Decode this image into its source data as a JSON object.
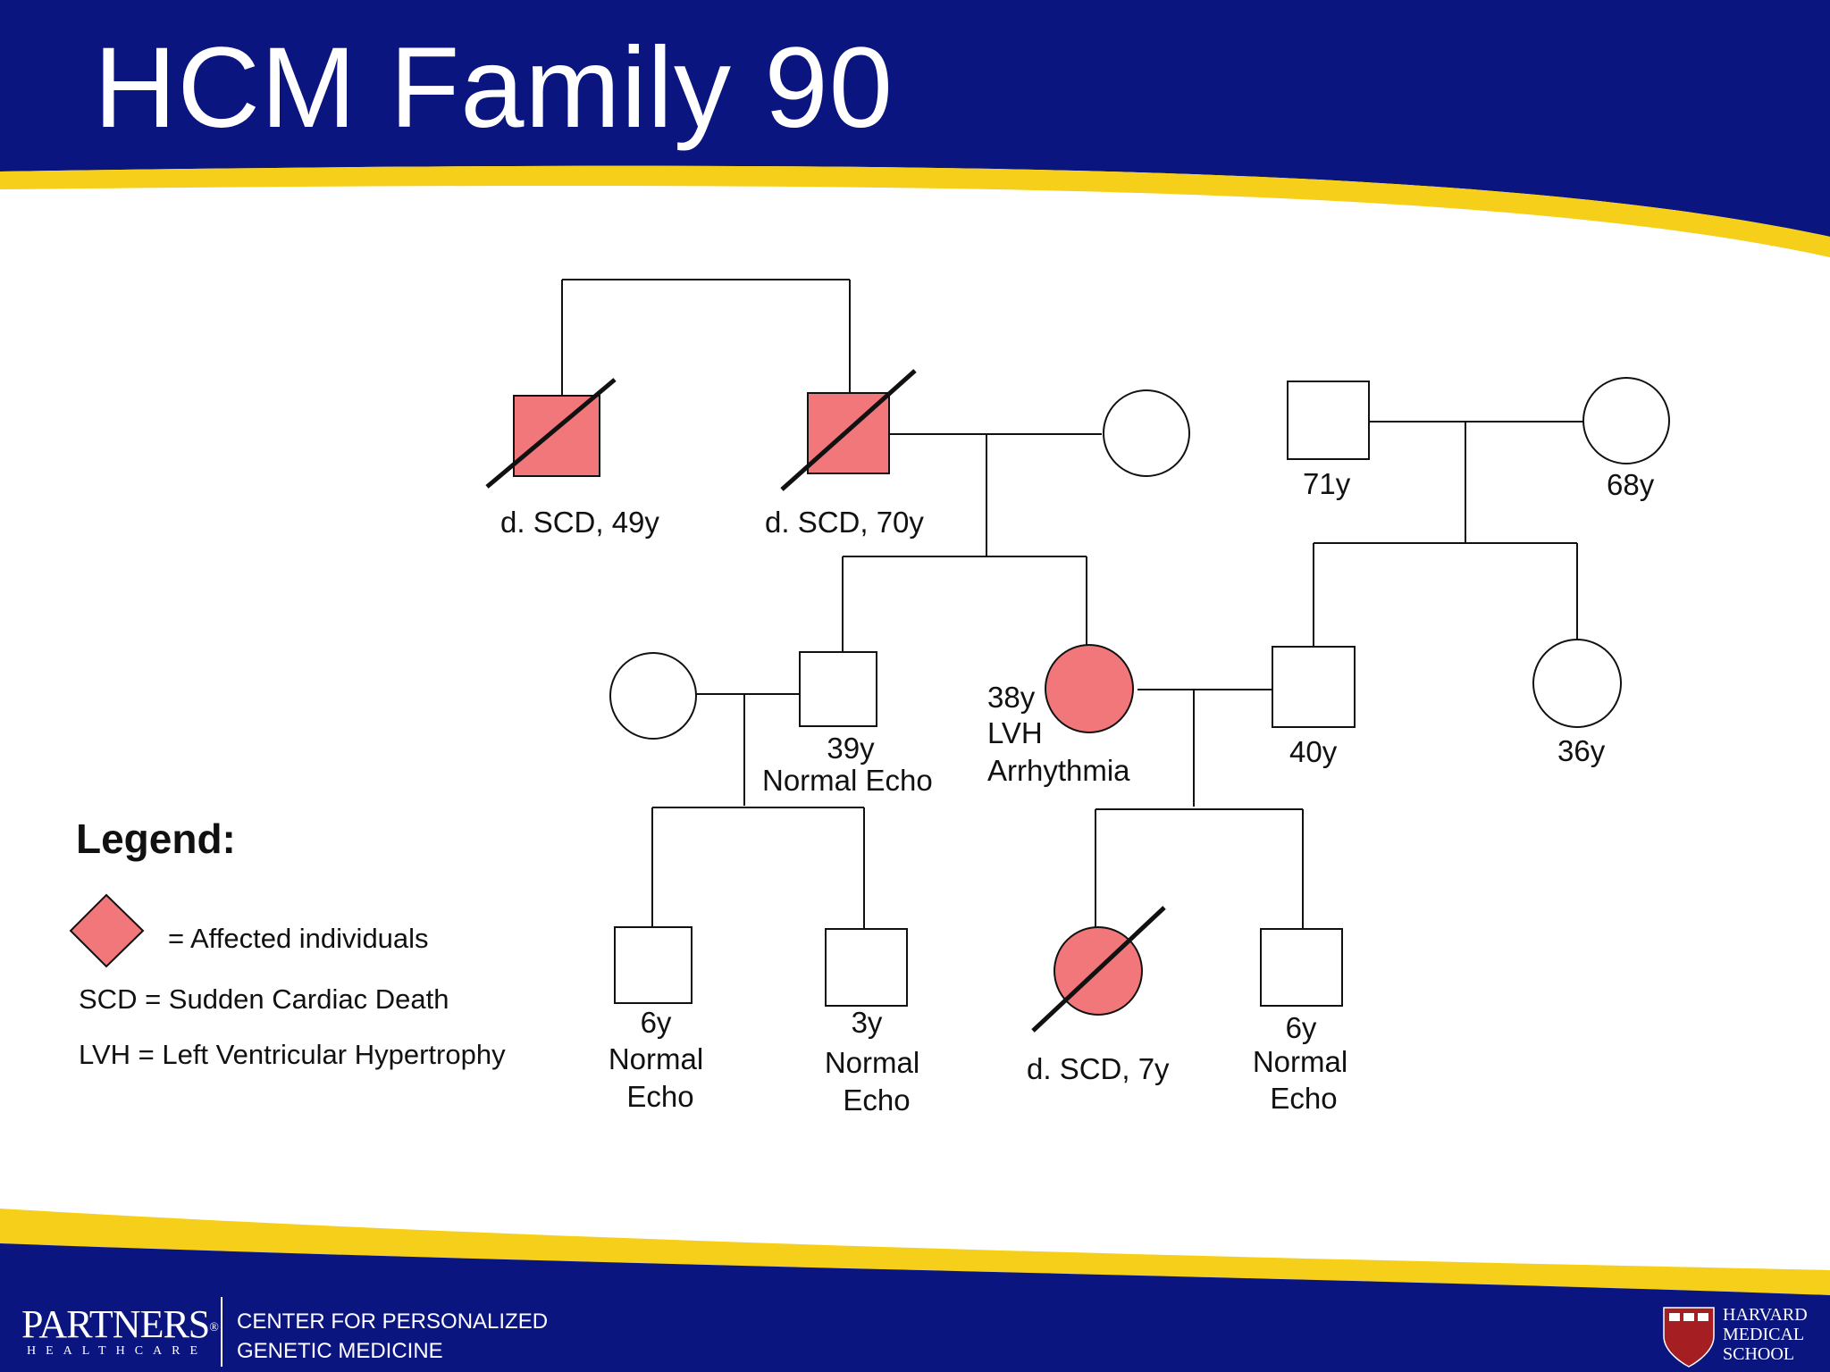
{
  "title": "HCM Family 90",
  "colors": {
    "header_blue": "#0b1580",
    "accent_yellow": "#f5cf1a",
    "affected_fill": "#f2777b"
  },
  "pedigree": {
    "gen1_brother_left": {
      "label": "d. SCD, 49y"
    },
    "gen1_brother_right": {
      "label": "d. SCD, 70y"
    },
    "grandfather": {
      "label": "71y"
    },
    "grandmother": {
      "label": "68y"
    },
    "son": {
      "label_age": "39y",
      "label_note": "Normal Echo"
    },
    "proband": {
      "label_age": "38y",
      "label_line2": "LVH",
      "label_line3": "Arrhythmia"
    },
    "husband": {
      "label": "40y"
    },
    "sister_in_law": {
      "label": "36y"
    },
    "grandchild_1": {
      "age": "6y",
      "line2": "Normal",
      "line3": "Echo"
    },
    "grandchild_2": {
      "age": "3y",
      "line2": "Normal",
      "line3": "Echo"
    },
    "grandchild_3": {
      "label": "d. SCD, 7y"
    },
    "grandchild_4": {
      "age": "6y",
      "line2": "Normal",
      "line3": "Echo"
    }
  },
  "legend": {
    "title": "Legend:",
    "affected": "= Affected individuals",
    "scd": "SCD = Sudden Cardiac Death",
    "lvh": "LVH = Left Ventricular Hypertrophy"
  },
  "footer": {
    "partners": "PARTNERS",
    "partners_mark": "®",
    "healthcare": "HEALTHCARE",
    "center_line1": "CENTER FOR PERSONALIZED",
    "center_line2": "GENETIC MEDICINE",
    "hms_line1": "HARVARD",
    "hms_line2": "MEDICAL",
    "hms_line3": "SCHOOL"
  }
}
